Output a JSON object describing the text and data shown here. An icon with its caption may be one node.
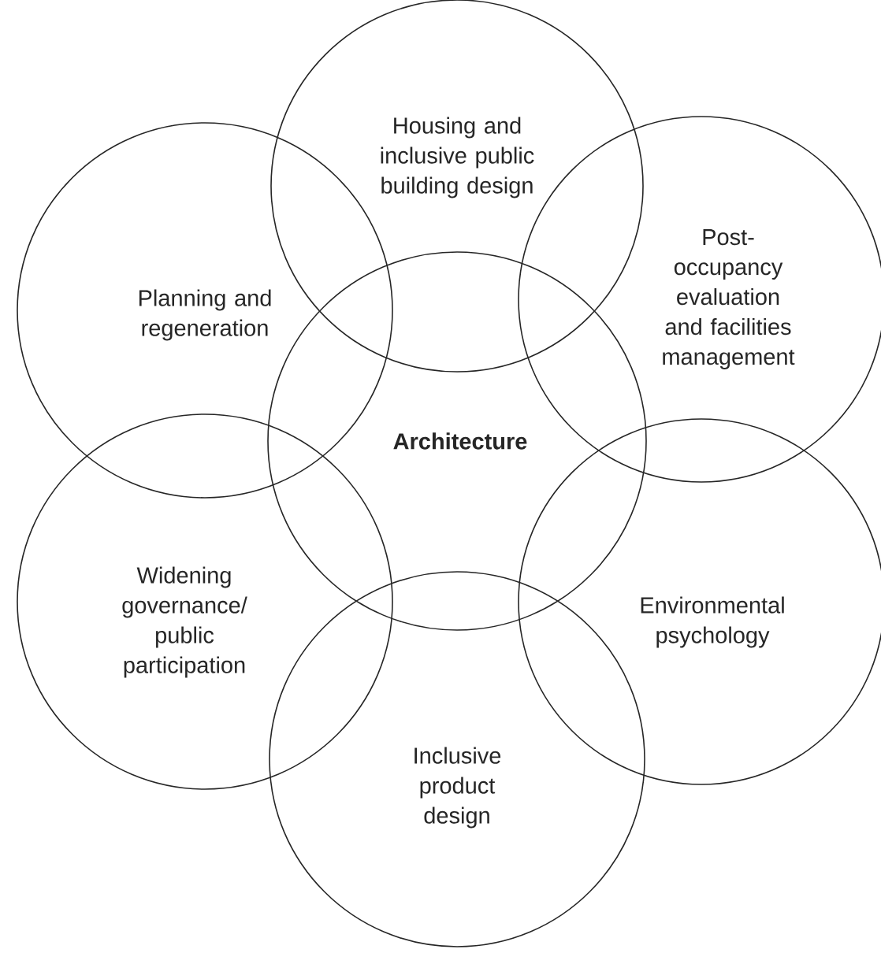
{
  "diagram": {
    "nodes": [
      {
        "text": [
          "Housing and inclusive public building design"
        ]
      },
      {
        "text": [
          "Planning and regeneration"
        ]
      },
      {
        "text": [
          "Post-occupancy evaluation and facilities management"
        ]
      },
      {
        "text": [
          "**Architecture**"
        ]
      },
      {
        "text": [
          "Widening governance/ public participation"
        ]
      },
      {
        "text": [
          "Environmental psychology"
        ]
      },
      {
        "text": [
          "Inclusive product design"
        ]
      }
    ]
  }
}
